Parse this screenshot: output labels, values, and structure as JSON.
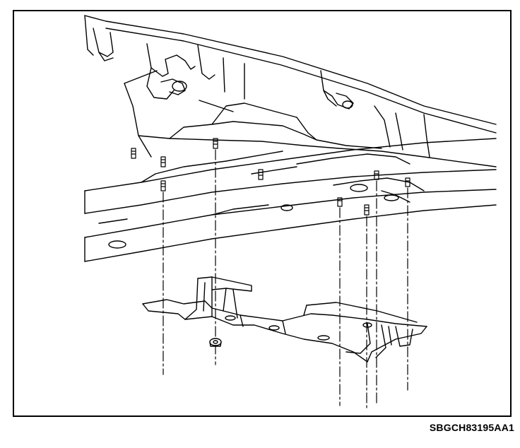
{
  "figure": {
    "code": "SBGCH83195AA1"
  },
  "colors": {
    "ink": "#000000",
    "paper": "#ffffff"
  },
  "parts": [
    "vehicle-underbody",
    "frame-rail",
    "skid-plate-bracket",
    "bolt",
    "nut"
  ]
}
